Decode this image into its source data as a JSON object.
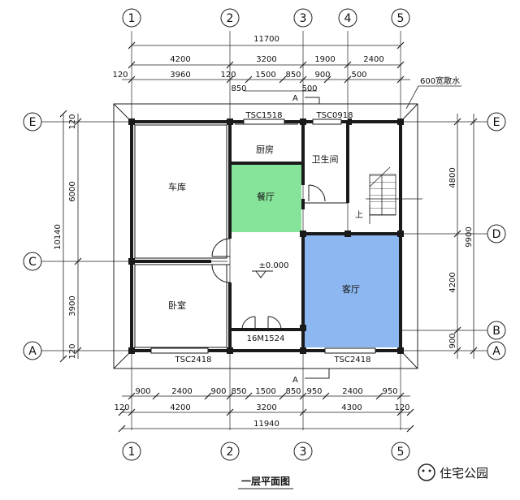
{
  "title": "一层平面图",
  "watermark": "住宅公园",
  "colors": {
    "dining": "#86e39a",
    "living": "#8db7f0",
    "wall": "#1a1a1a",
    "line": "#222222"
  },
  "axes_top": [
    "1",
    "2",
    "3",
    "4",
    "5"
  ],
  "axes_bottom": [
    "1",
    "2",
    "3",
    "5"
  ],
  "axes_left": [
    "E",
    "C",
    "A"
  ],
  "axes_right": [
    "E",
    "D",
    "B",
    "A"
  ],
  "dims_top": {
    "total": "11700",
    "row1": [
      "4200",
      "3200",
      "1900",
      "2400"
    ],
    "row2": [
      "120",
      "3960",
      "120",
      "1500",
      "850",
      "900",
      "500"
    ],
    "row3": [
      "850",
      "500"
    ]
  },
  "dims_bottom": {
    "row1": [
      "900",
      "2400",
      "900",
      "850",
      "1500",
      "850",
      "950",
      "2400",
      "950"
    ],
    "row2": [
      "120",
      "4200",
      "3200",
      "4300",
      "120"
    ],
    "total": "11940"
  },
  "dims_left": {
    "total": "10140",
    "upper": "6000",
    "lower": "3900",
    "top_small": "120",
    "bottom_small": "120"
  },
  "dims_right": {
    "total": "9900",
    "upper": "4800",
    "middle": "4200",
    "lower": "900"
  },
  "rooms": {
    "garage": "车库",
    "kitchen": "厨房",
    "bathroom": "卫生间",
    "dining": "餐厅",
    "bedroom": "卧室",
    "living": "客厅"
  },
  "labels": {
    "apron": "600宽散水",
    "window_top_left": "TSC1518",
    "window_top_right": "TSC0918",
    "window_bottom_left": "TSC2418",
    "window_bottom_right": "TSC2418",
    "door_main": "16M1524",
    "elevation": "±0.000",
    "up": "上",
    "section_top": "A",
    "section_bottom": "A"
  }
}
